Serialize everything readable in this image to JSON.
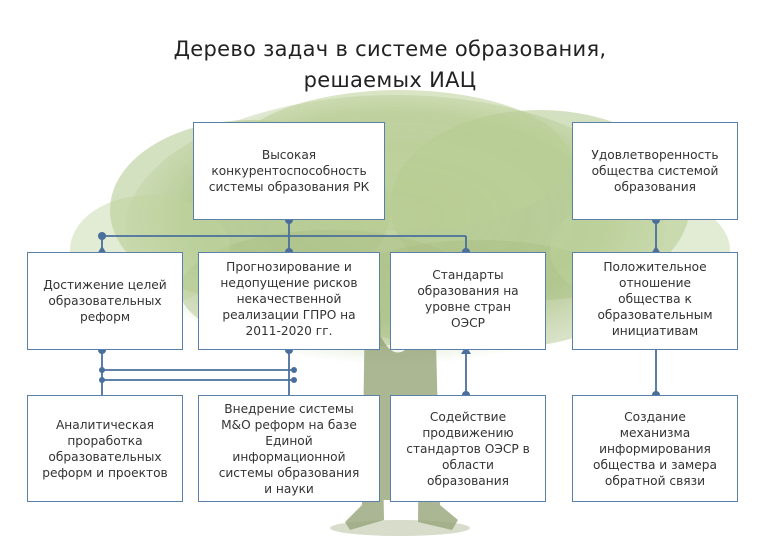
{
  "title": {
    "line1": "Дерево задач в системе образования,",
    "line2": "решаемых ИАЦ"
  },
  "goals": {
    "competitiveness": "Высокая\nконкурентоспособность\nсистемы образования РК",
    "satisfaction": "Удовлетворенность\nобщества системой\nобразования"
  },
  "tasks": {
    "reform_goals": "Достижение целей\nобразовательных\nреформ",
    "risk_prevention": "Прогнозирование и\nнедопущение рисков\nнекачественной\nреализации ГПРО на\n2011-2020 гг.",
    "oecd_standards": "Стандарты\nобразования на\nуровне стран\nОЭСР",
    "positive_attitude": "Положительное\nотношение\nобщества к\nобразовательным\nинициативам"
  },
  "actions": {
    "analysis": "Аналитическая\nпроработка\nобразовательных\nреформ и проектов",
    "me_system": "Внедрение системы\nМ&О реформ на базе\nЕдиной\nинформационной\nсистемы образования\nи науки",
    "oecd_promotion": "Содействие\nпродвижению\nстандартов ОЭСР в\nобласти\nобразования",
    "monitoring_mechanism": "Создание\nмеханизма\nинформирования\nобщества и замера\nобратной связи"
  },
  "colors": {
    "connector": "#4a6f9c",
    "box_border": "#5a7fa8",
    "foliage": "#9ab66e",
    "trunk": "#8a9a6a"
  }
}
